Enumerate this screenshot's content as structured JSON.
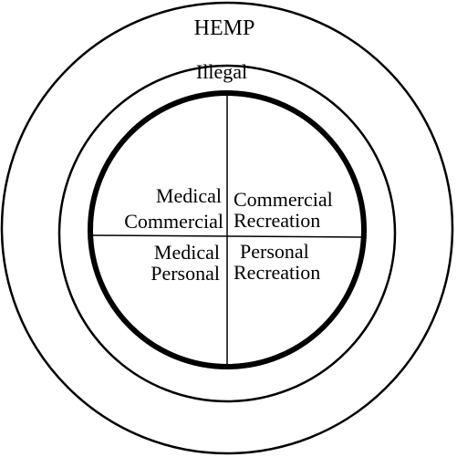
{
  "diagram": {
    "outer_label": "HEMP",
    "middle_label": "Illegal",
    "quadrants": {
      "top_left": [
        "Medical",
        "Commercial"
      ],
      "top_right": [
        "Commercial",
        "Recreation"
      ],
      "bottom_left": [
        "Medical",
        "Personal"
      ],
      "bottom_right": [
        "Personal",
        "Recreation"
      ]
    },
    "colors": {
      "stroke": "#000000",
      "background": "#ffffff"
    }
  }
}
